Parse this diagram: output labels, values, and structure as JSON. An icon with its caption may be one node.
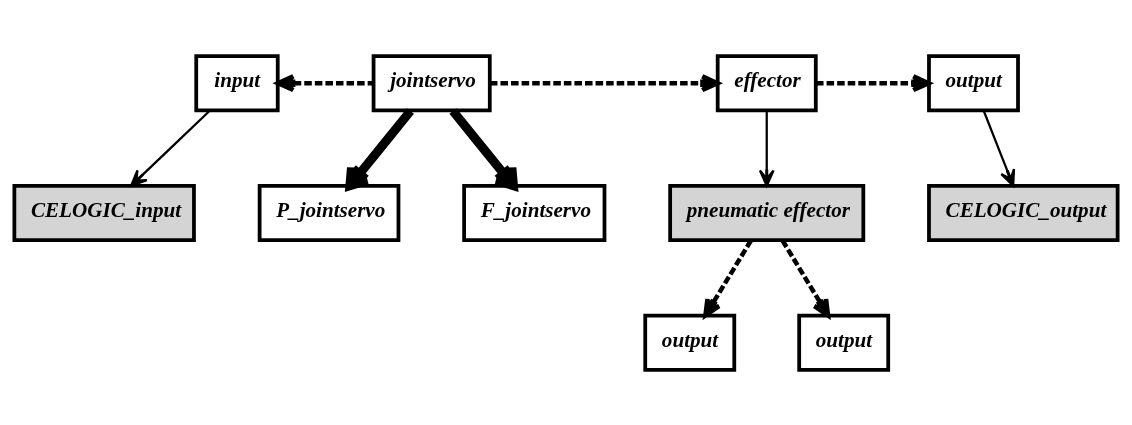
{
  "diagram": {
    "nodes": [
      {
        "text": [
          "input"
        ]
      },
      {
        "text": [
          "jointservo"
        ]
      },
      {
        "text": [
          "effector"
        ]
      },
      {
        "text": [
          "output"
        ]
      },
      {
        "text": [
          "P_jointservo"
        ]
      },
      {
        "text": [
          "F_jointservo"
        ]
      },
      {
        "text": [
          "pneumatic effector"
        ]
      },
      {
        "text": [
          "output"
        ]
      },
      {
        "text": [
          "output"
        ]
      },
      {
        "text": [
          "CELOGIC_input"
        ]
      },
      {
        "text": [
          "CELOGIC_output"
        ]
      }
    ],
    "edges": [
      {
        "from": 1,
        "to": 0,
        "arrow": "to",
        "style": "dashed"
      },
      {
        "from": 1,
        "to": 2,
        "arrow": "to",
        "style": "dashed"
      },
      {
        "from": 2,
        "to": 3,
        "arrow": "to",
        "style": "dashed"
      },
      {
        "from": 1,
        "to": 4,
        "arrow": "to",
        "style": "thick"
      },
      {
        "from": 1,
        "to": 5,
        "arrow": "to",
        "style": "thick"
      },
      {
        "from": 0,
        "to": 9,
        "arrow": "to"
      },
      {
        "from": 2,
        "to": 6,
        "arrow": "to"
      },
      {
        "from": 6,
        "to": 7,
        "arrow": "to",
        "style": "dashed"
      },
      {
        "from": 6,
        "to": 8,
        "arrow": "to",
        "style": "dashed"
      },
      {
        "from": 3,
        "to": 10,
        "arrow": "to"
      }
    ]
  }
}
